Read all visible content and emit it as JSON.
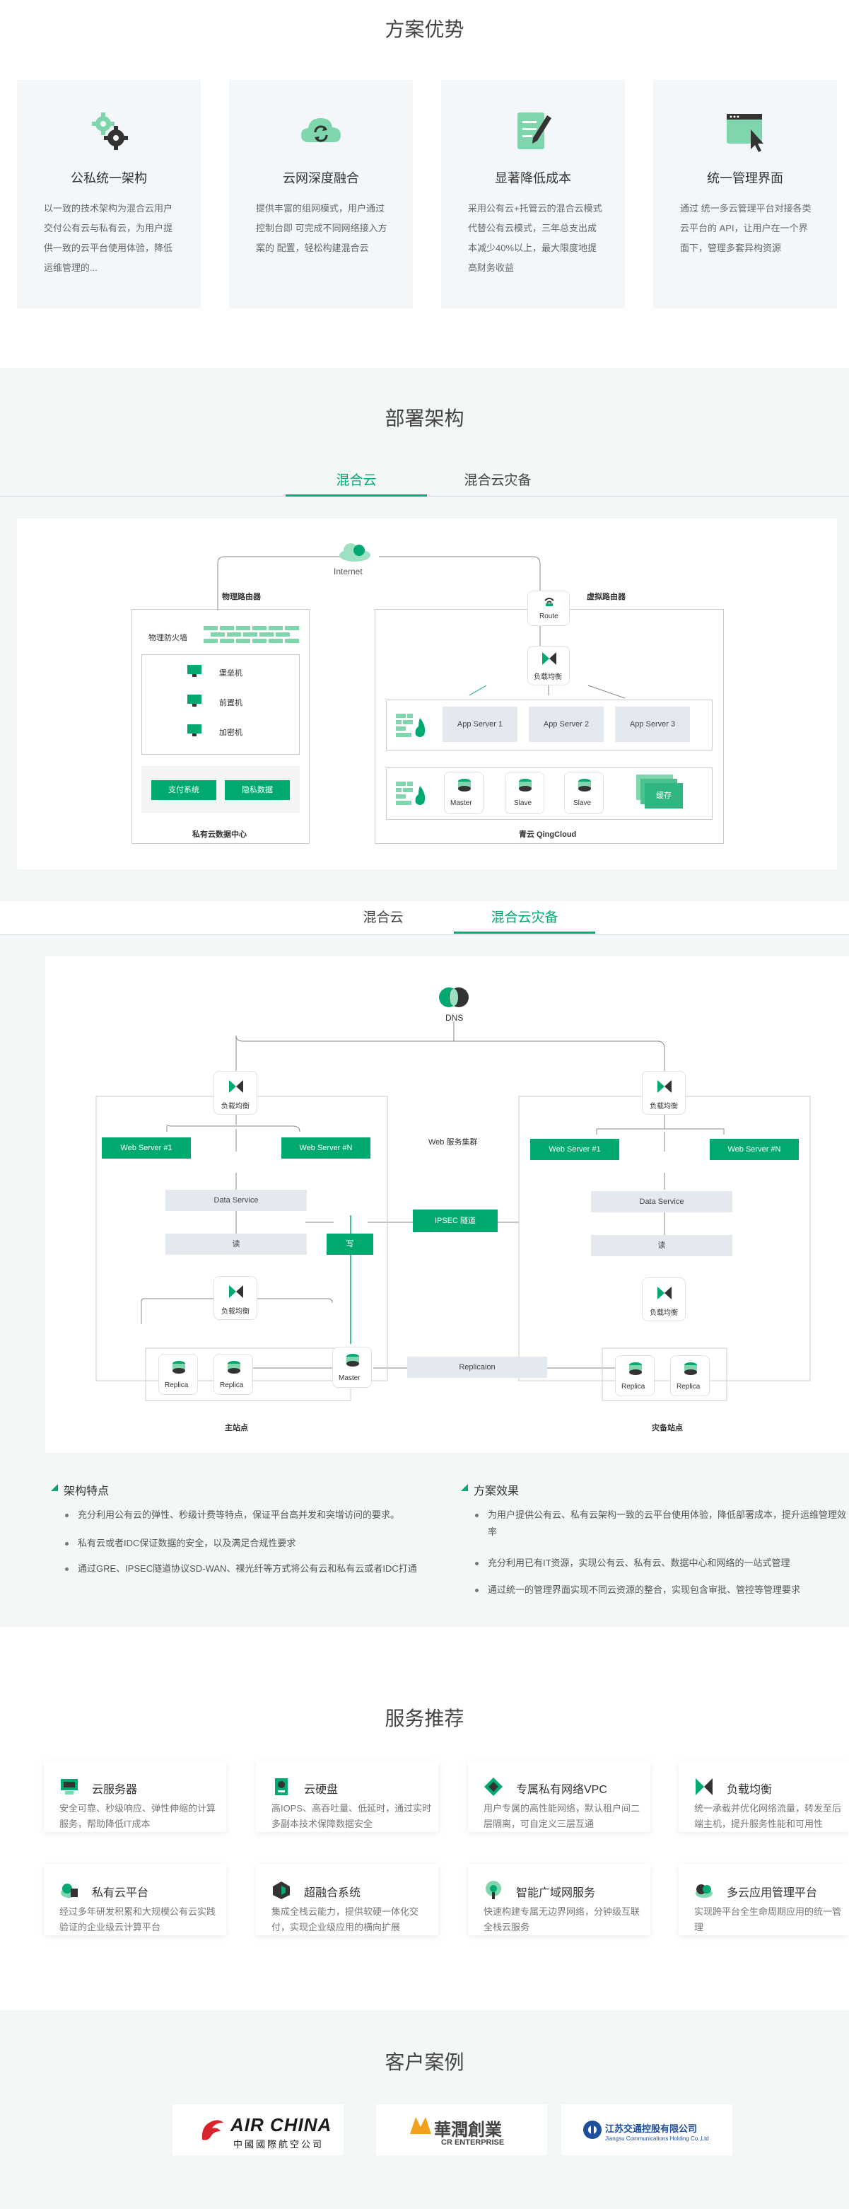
{
  "advantages": {
    "title": "方案优势",
    "items": [
      {
        "title": "公私统一架构",
        "desc": "以一致的技术架构为混合云用户交付公有云与私有云，为用户提供一致的云平台使用体验，降低运维管理的..."
      },
      {
        "title": "云网深度融合",
        "desc": "提供丰富的组网模式，用户通过控制台即 可完成不同网络接入方案的  配置，轻松构建混合云"
      },
      {
        "title": "显著降低成本",
        "desc": "采用公有云+托管云的混合云模式代替公有云模式，三年总支出成本减少40%以上，最大限度地提高财务收益"
      },
      {
        "title": "统一管理界面",
        "desc": "通过 统一多云管理平台对接各类云平台的 API，让用户在一个界面下，管理多套异构资源"
      }
    ]
  },
  "deploy": {
    "title": "部署架构",
    "tabs1": [
      "混合云",
      "混合云灾备"
    ],
    "d1": {
      "internet": "Internet",
      "phys_router": "物理路由器",
      "virt_router": "虚拟路由器",
      "firewall": "物理防火墙",
      "hosts": [
        "堡垒机",
        "前置机",
        "加密机"
      ],
      "sys_btns": [
        "支付系统",
        "隐私数据"
      ],
      "private_dc": "私有云数据中心",
      "route": "Route",
      "lb": "负载均衡",
      "app_servers": [
        "App Server 1",
        "App Server 2",
        "App Server 3"
      ],
      "dbs": [
        "Master",
        "Slave",
        "Slave"
      ],
      "cache": "缓存",
      "qingcloud": "青云 QingCloud"
    },
    "tabs2": [
      "混合云",
      "混合云灾备"
    ],
    "d2": {
      "dns": "DNS",
      "lb": "负载均衡",
      "web_cluster": "Web 服务集群",
      "web_servers": [
        "Web Server #1",
        "Web Server #N"
      ],
      "data_service": "Data Service",
      "read": "读",
      "write": "写",
      "ipsec": "IPSEC 隧道",
      "replica": "Replica",
      "master": "Master",
      "replication": "Replicaion",
      "main_site": "主站点",
      "dr_site": "灾备站点"
    },
    "features": {
      "title": "架构特点",
      "items": [
        "充分利用公有云的弹性、秒级计费等特点，保证平台高并发和突增访问的要求。",
        "私有云或者IDC保证数据的安全，以及满足合规性要求",
        "通过GRE、IPSEC隧道协议SD-WAN、裸光纤等方式将公有云和私有云或者IDC打通"
      ]
    },
    "effects": {
      "title": "方案效果",
      "items": [
        "为用户提供公有云、私有云架构一致的云平台使用体验，降低部署成本，提升运维管理效率",
        "充分利用已有IT资源，实现公有云、私有云、数据中心和网络的一站式管理",
        "通过统一的管理界面实现不同云资源的整合，实现包含审批、管控等管理要求"
      ]
    }
  },
  "services": {
    "title": "服务推荐",
    "items": [
      {
        "title": "云服务器",
        "desc": "安全可靠、秒级响应、弹性伸缩的计算服务，帮助降低IT成本"
      },
      {
        "title": "云硬盘",
        "desc": "高IOPS、高吞吐量、低延时，通过实时多副本技术保障数据安全"
      },
      {
        "title": "专属私有网络VPC",
        "desc": "用户专属的高性能网络，默认租户间二层隔离，可自定义三层互通"
      },
      {
        "title": "负载均衡",
        "desc": "统一承载并优化网络流量，转发至后端主机，提升服务性能和可用性"
      },
      {
        "title": "私有云平台",
        "desc": "经过多年研发积累和大规模公有云实践验证的企业级云计算平台"
      },
      {
        "title": "超融合系统",
        "desc": "集成全栈云能力，提供软硬一体化交付，实现企业级应用的横向扩展"
      },
      {
        "title": "智能广域网服务",
        "desc": "快速构建专属无边界网络，分钟级互联全栈云服务"
      },
      {
        "title": "多云应用管理平台",
        "desc": "实现跨平台全生命周期应用的统一管理"
      }
    ]
  },
  "clients": {
    "title": "客户案例",
    "items": [
      {
        "name": "AIR CHINA",
        "sub": "中國國際航空公司"
      },
      {
        "name": "華潤創業",
        "sub": "CR ENTERPRISE"
      },
      {
        "name": "江苏交通控股有限公司",
        "sub": "Jiangsu Communications Holding Co.,Ltd"
      }
    ]
  },
  "colors": {
    "accent": "#00a971",
    "light_accent": "#7fd6ad"
  }
}
